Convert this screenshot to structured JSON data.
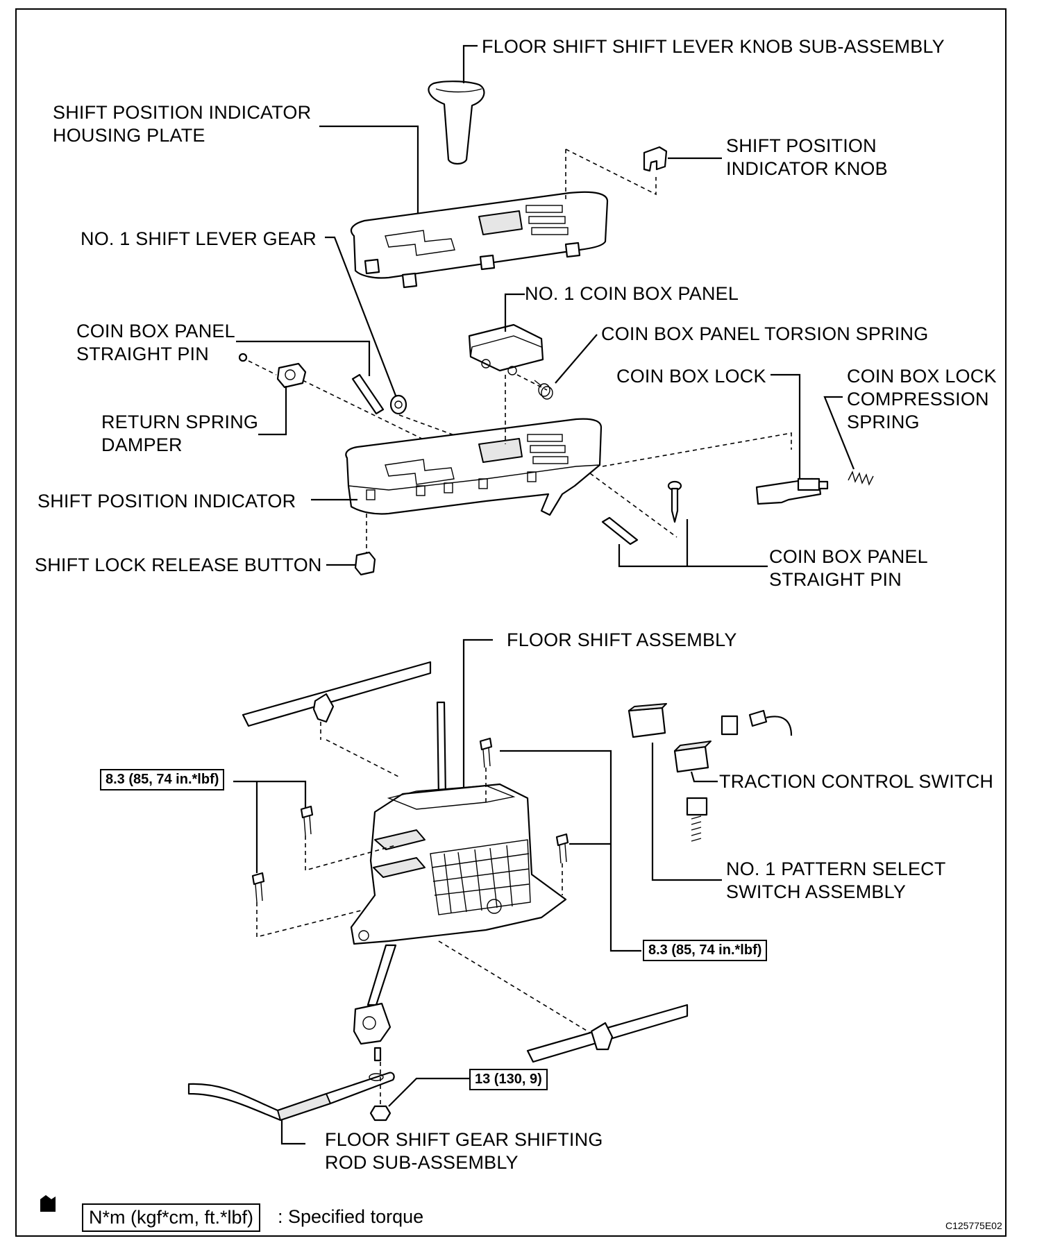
{
  "labels": {
    "knob": "FLOOR SHIFT SHIFT LEVER KNOB SUB-ASSEMBLY",
    "housing_plate_1": "SHIFT POSITION INDICATOR",
    "housing_plate_2": "HOUSING PLATE",
    "indicator_knob_1": "SHIFT POSITION",
    "indicator_knob_2": "INDICATOR KNOB",
    "lever_gear": "NO. 1 SHIFT LEVER GEAR",
    "coin_box_panel": "NO. 1 COIN BOX PANEL",
    "straight_pin_left_1": "COIN BOX PANEL",
    "straight_pin_left_2": "STRAIGHT PIN",
    "torsion_spring": "COIN BOX PANEL TORSION SPRING",
    "coin_box_lock": "COIN BOX LOCK",
    "compression_spring_1": "COIN BOX LOCK",
    "compression_spring_2": "COMPRESSION",
    "compression_spring_3": "SPRING",
    "return_spring_1": "RETURN SPRING",
    "return_spring_2": "DAMPER",
    "shift_position_indicator": "SHIFT POSITION INDICATOR",
    "shift_lock_release": "SHIFT LOCK RELEASE BUTTON",
    "straight_pin_right_1": "COIN BOX PANEL",
    "straight_pin_right_2": "STRAIGHT PIN",
    "floor_shift_assembly": "FLOOR SHIFT ASSEMBLY",
    "traction_control": "TRACTION CONTROL SWITCH",
    "pattern_select_1": "NO. 1 PATTERN SELECT",
    "pattern_select_2": "SWITCH ASSEMBLY",
    "shifting_rod_1": "FLOOR SHIFT GEAR SHIFTING",
    "shifting_rod_2": "ROD SUB-ASSEMBLY"
  },
  "torques": {
    "left": "8.3 (85, 74 in.*lbf)",
    "right": "8.3 (85, 74 in.*lbf)",
    "rod": "13 (130, 9)"
  },
  "legend": {
    "unit_box": "N*m (kgf*cm, ft.*lbf)",
    "description": ": Specified torque"
  },
  "figure_id": "C125775E02"
}
